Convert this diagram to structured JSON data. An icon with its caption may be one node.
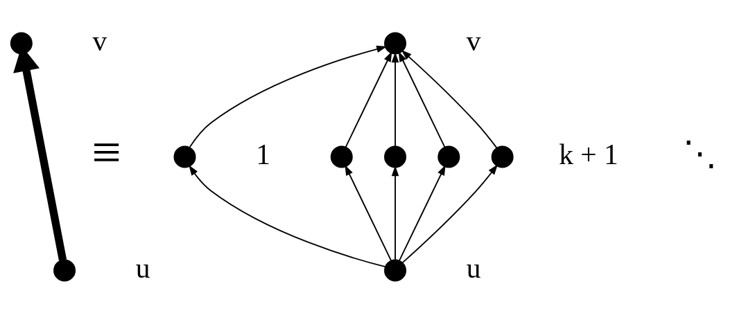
{
  "diagram": {
    "nodes": [
      {
        "text": [],
        "shape": "circle",
        "beside": [
          "u"
        ]
      },
      {
        "text": [],
        "shape": "circle",
        "beside": [
          "v"
        ]
      },
      {
        "text": [],
        "shape": "circle",
        "beside": [
          "u"
        ]
      },
      {
        "text": [],
        "shape": "circle",
        "beside": [
          "1"
        ]
      },
      {
        "text": [],
        "shape": "circle"
      },
      {
        "text": [],
        "shape": "circle"
      },
      {
        "text": [],
        "shape": "circle"
      },
      {
        "text": [],
        "shape": "circle",
        "beside": [
          "k + 1"
        ]
      },
      {
        "text": [],
        "shape": "circle",
        "beside": [
          "v"
        ]
      }
    ],
    "edges": [
      {
        "from": 0,
        "to": 1,
        "arrow": "to",
        "style": "thick"
      },
      {
        "from": 2,
        "to": 3,
        "arrow": "to"
      },
      {
        "from": 2,
        "to": 4,
        "arrow": "to"
      },
      {
        "from": 2,
        "to": 5,
        "arrow": "to"
      },
      {
        "from": 2,
        "to": 6,
        "arrow": "to"
      },
      {
        "from": 2,
        "to": 7,
        "arrow": "to"
      },
      {
        "from": 3,
        "to": 8,
        "arrow": "to"
      },
      {
        "from": 4,
        "to": 8,
        "arrow": "to"
      },
      {
        "from": 5,
        "to": 8,
        "arrow": "to"
      },
      {
        "from": 6,
        "to": 8,
        "arrow": "to"
      },
      {
        "from": 7,
        "to": 8,
        "arrow": "to"
      }
    ],
    "labels": [
      "≡",
      "⋱"
    ]
  }
}
